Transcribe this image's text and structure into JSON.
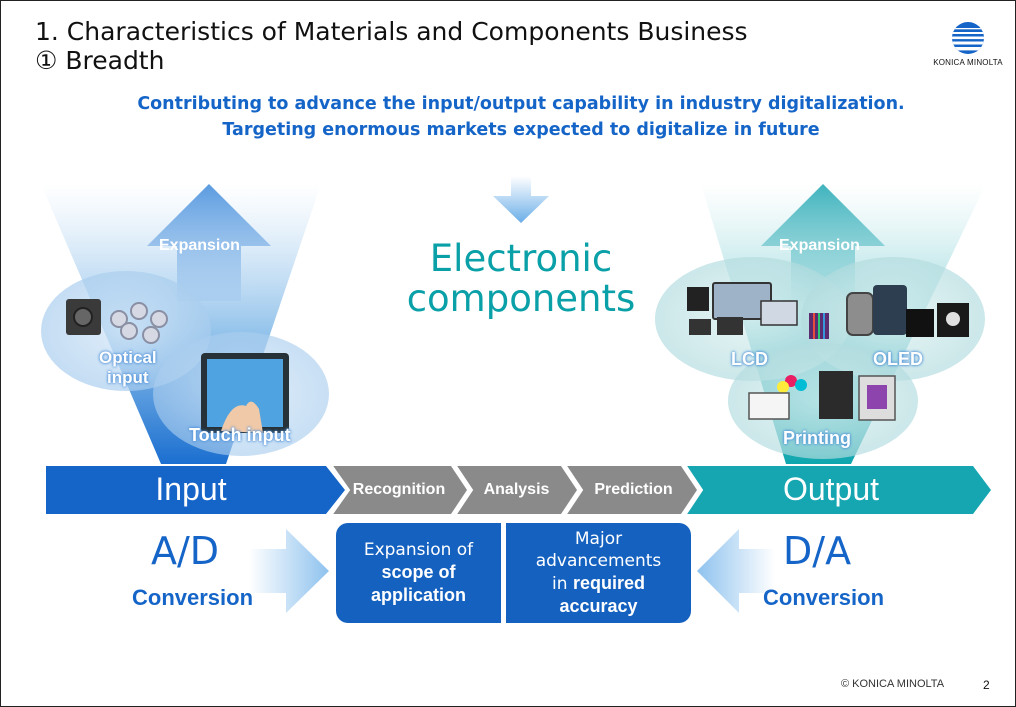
{
  "title": {
    "line1": "1. Characteristics of Materials and Components Business",
    "line2": "① Breadth"
  },
  "logo": {
    "text": "KONICA MINOLTA",
    "icon": "globe-icon",
    "color": "#1565c8"
  },
  "subtitle": {
    "line1": "Contributing to advance the input/output capability in industry digitalization.",
    "line2": "Targeting enormous markets expected to digitalize in future"
  },
  "center": {
    "line1": "Electronic",
    "line2": "components"
  },
  "left": {
    "expansion": "Expansion",
    "optical_line1": "Optical",
    "optical_line2": "input",
    "touch": "Touch input"
  },
  "right": {
    "expansion": "Expansion",
    "lcd": "LCD",
    "oled": "OLED",
    "printing": "Printing"
  },
  "band": {
    "input": "Input",
    "recognition": "Recognition",
    "analysis": "Analysis",
    "prediction": "Prediction",
    "output": "Output"
  },
  "left_conv": {
    "big": "A/D",
    "small": "Conversion"
  },
  "right_conv": {
    "big": "D/A",
    "small": "Conversion"
  },
  "box1": {
    "line1": "Expansion of",
    "line2": "scope of",
    "line3": "application"
  },
  "box2": {
    "line1": "Major",
    "line2": "advancements",
    "line3_pre": "in",
    "line3_bold": "required",
    "line4": "accuracy"
  },
  "footer": {
    "copyright": "© KONICA MINOLTA",
    "page": "2"
  },
  "colors": {
    "blue": "#1565c8",
    "teal": "#0aa0a8",
    "gray": "#888888"
  }
}
